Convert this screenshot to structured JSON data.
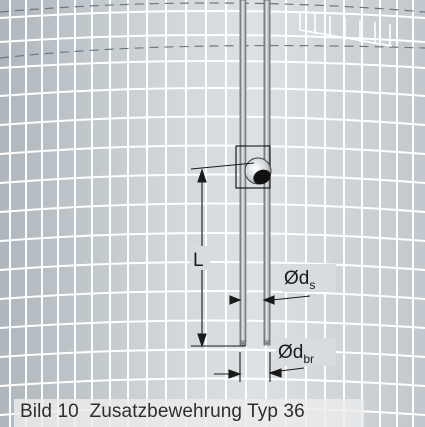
{
  "figure": {
    "caption": "Bild 10  Zusatzbewehrung Typ 36",
    "dimension_labels": {
      "length": "L",
      "bar_diameter_main": "Ød",
      "bar_diameter_main_sub": "s",
      "bend_diameter": "Ød",
      "bend_diameter_sub": "br"
    },
    "colors": {
      "background": "#c7ced3",
      "background_light": "#dfe3e6",
      "mesh_wire": "#ffffff",
      "dimension_line": "#1a1a1a"
    }
  }
}
